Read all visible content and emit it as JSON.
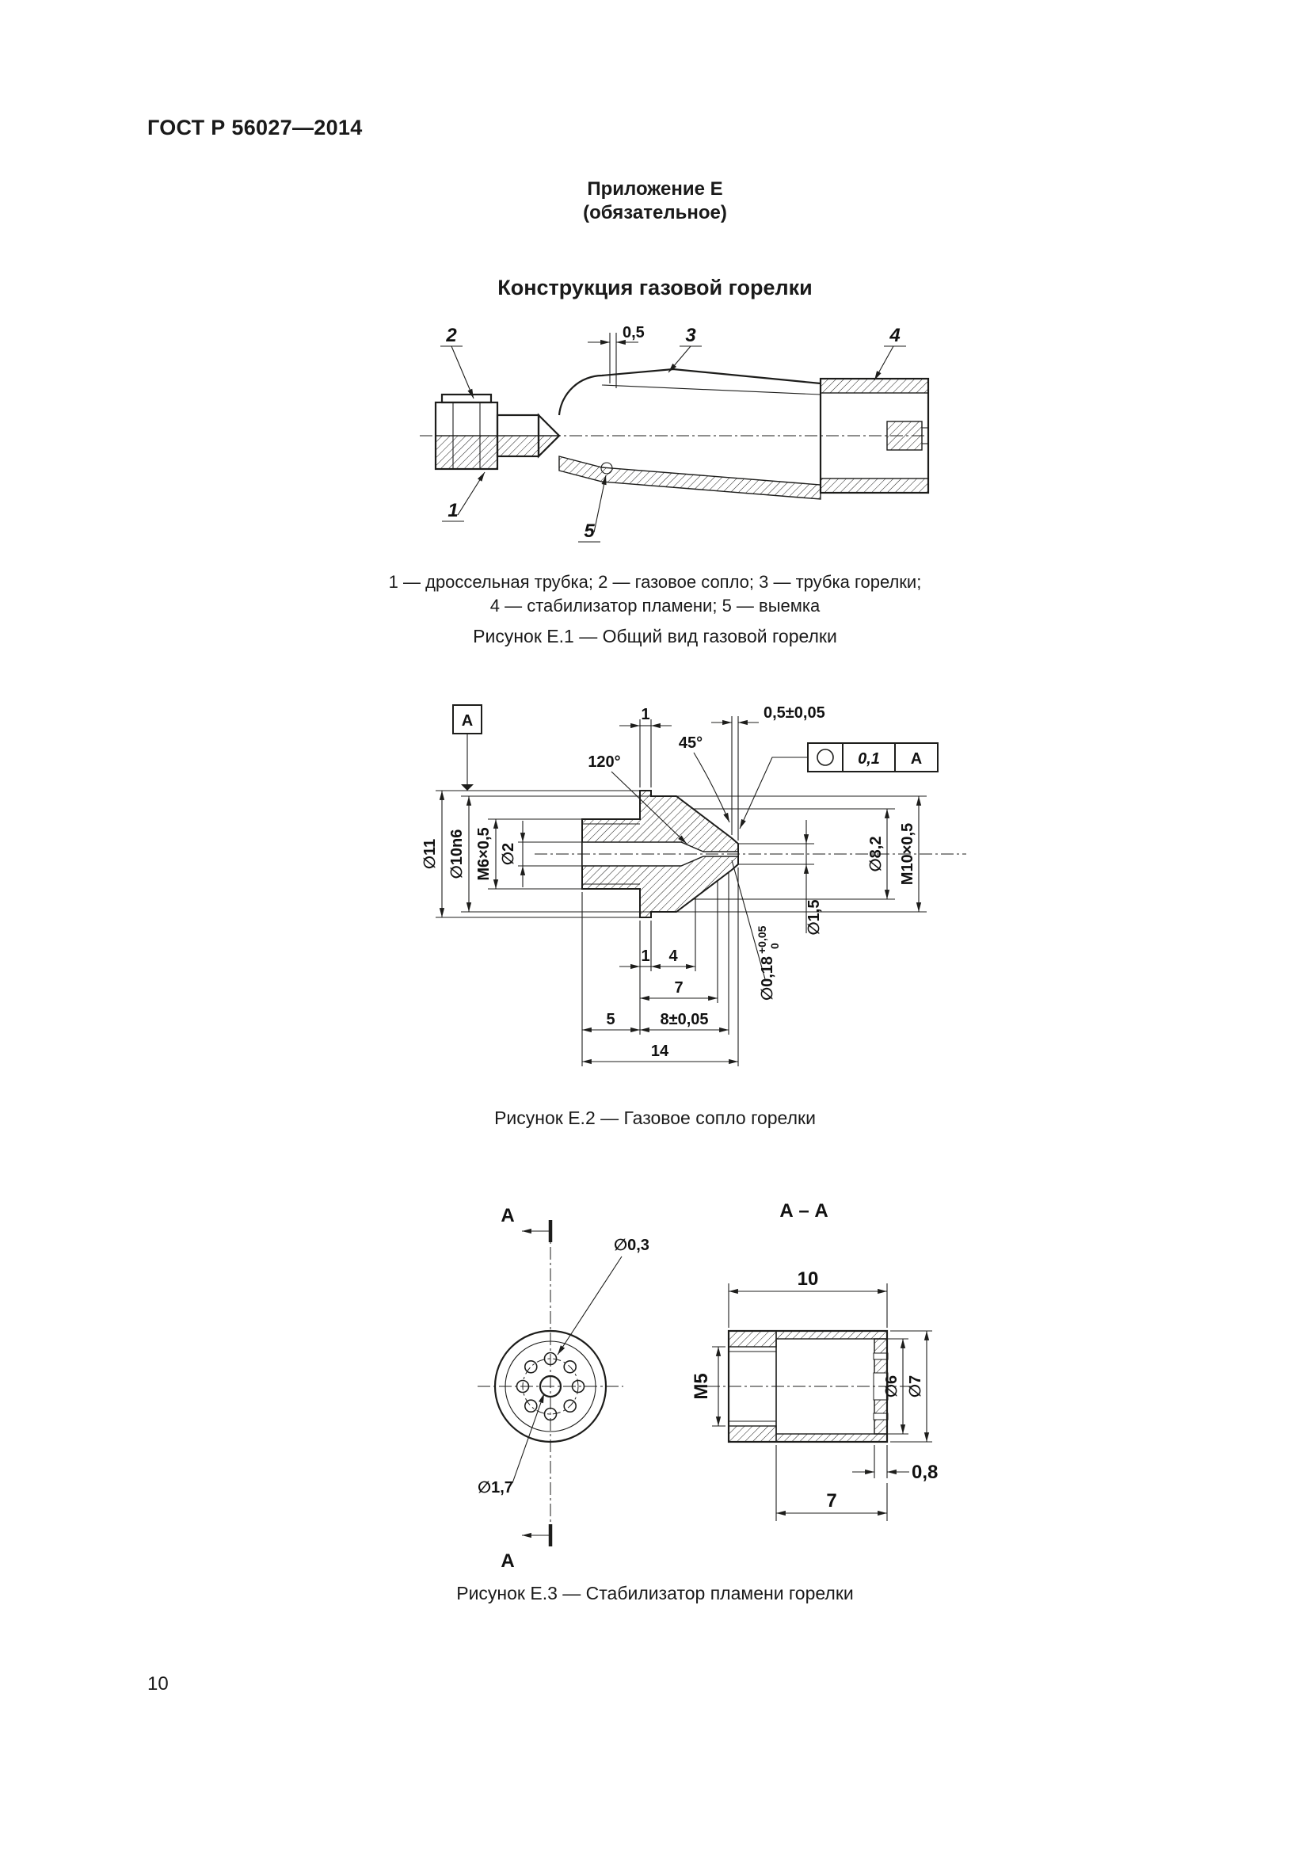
{
  "page": {
    "header": "ГОСТ Р 56027—2014",
    "page_number": "10"
  },
  "appendix": {
    "line1": "Приложение Е",
    "line2": "(обязательное)",
    "title": "Конструкция газовой горелки"
  },
  "fig1": {
    "dims": {
      "gap": "0,5"
    },
    "parts": {
      "p1": "1",
      "p2": "2",
      "p3": "3",
      "p4": "4",
      "p5": "5"
    },
    "legend1": "1 — дроссельная трубка; 2 — газовое сопло; 3 — трубка горелки;",
    "legend2": "4 — стабилизатор пламени; 5 — выемка",
    "caption": "Рисунок Е.1 — Общий вид газовой горелки"
  },
  "fig2": {
    "datum": "А",
    "top_dim_1": "1",
    "top_dim_05": "0,5±0,05",
    "angle_45": "45°",
    "angle_120": "120°",
    "tol_value": "0,1",
    "tol_datum": "А",
    "dia_11": "∅11",
    "dia_10n6": "∅10n6",
    "thread_m6": "М6×0,5",
    "dia_2": "∅2",
    "dia_82": "∅8,2",
    "thread_m10": "М10×0,5",
    "dia_15": "∅1,5",
    "orifice": "∅0,18",
    "orifice_tol_plus": "+0,05",
    "orifice_tol_zero": "0",
    "dim_1": "1",
    "dim_4": "4",
    "dim_7": "7",
    "dim_5": "5",
    "dim_8": "8±0,05",
    "dim_14": "14",
    "caption": "Рисунок Е.2 — Газовое сопло горелки"
  },
  "fig3": {
    "section_top": "А",
    "section_bottom": "А",
    "section_title": "А – А",
    "dia_03": "∅0,3",
    "dia_17": "∅1,7",
    "dim_10": "10",
    "thread_m5": "М5",
    "dia_6": "∅6",
    "dia_7": "∅7",
    "dim_08": "0,8",
    "dim_7": "7",
    "caption": "Рисунок Е.3 — Стабилизатор пламени горелки"
  }
}
